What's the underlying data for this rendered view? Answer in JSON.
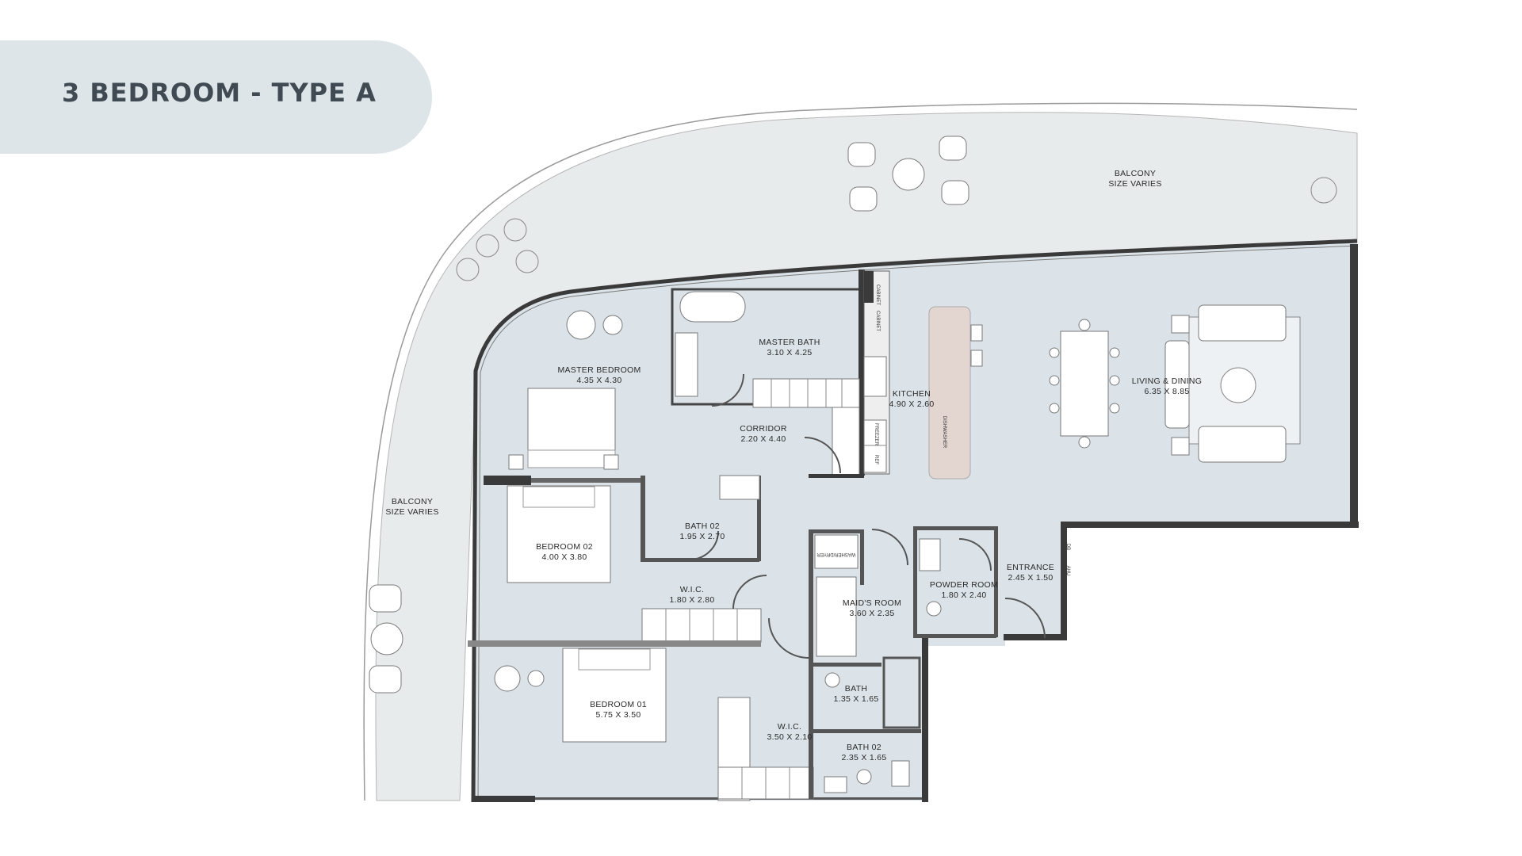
{
  "title": "3 BEDROOM - TYPE A",
  "rooms": {
    "balcony_top": {
      "name": "BALCONY",
      "size": "SIZE VARIES"
    },
    "balcony_left": {
      "name": "BALCONY",
      "size": "SIZE VARIES"
    },
    "master_bedroom": {
      "name": "MASTER BEDROOM",
      "size": "4.35 X 4.30"
    },
    "master_bath": {
      "name": "MASTER BATH",
      "size": "3.10 X 4.25"
    },
    "kitchen": {
      "name": "KITCHEN",
      "size": "4.90 X 2.60"
    },
    "living_dining": {
      "name": "LIVING & DINING",
      "size": "6.35 X 8.85"
    },
    "corridor": {
      "name": "CORRIDOR",
      "size": "2.20 X 4.40"
    },
    "bath02_upper": {
      "name": "BATH 02",
      "size": "1.95 X 2.70"
    },
    "bedroom02": {
      "name": "BEDROOM 02",
      "size": "4.00 X 3.80"
    },
    "wic_upper": {
      "name": "W.I.C.",
      "size": "1.80 X 2.80"
    },
    "maids_room": {
      "name": "MAID'S ROOM",
      "size": "3.60 X 2.35"
    },
    "powder_room": {
      "name": "POWDER ROOM",
      "size": "1.80 X 2.40"
    },
    "entrance": {
      "name": "ENTRANCE",
      "size": "2.45 X 1.50"
    },
    "bedroom01": {
      "name": "BEDROOM 01",
      "size": "5.75 X 3.50"
    },
    "wic_lower": {
      "name": "W.I.C.",
      "size": "3.50 X 2.10"
    },
    "bath": {
      "name": "BATH",
      "size": "1.35 X 1.65"
    },
    "bath02_lower": {
      "name": "BATH 02",
      "size": "2.35 X 1.65"
    }
  },
  "fixtures": {
    "cabinet": "CABINET",
    "freezer": "FREEZER",
    "ref": "REF",
    "dishwasher": "DISHWASHER",
    "washer_dryer": "WASHER/DRYER",
    "db": "DB",
    "ahu": "AHU"
  },
  "colors": {
    "floor": "#dbe3e8",
    "balcony": "#e8ebec",
    "wall": "#3a3a3a",
    "title_pill": "#dde5e9",
    "island": "#e3d6d1"
  }
}
